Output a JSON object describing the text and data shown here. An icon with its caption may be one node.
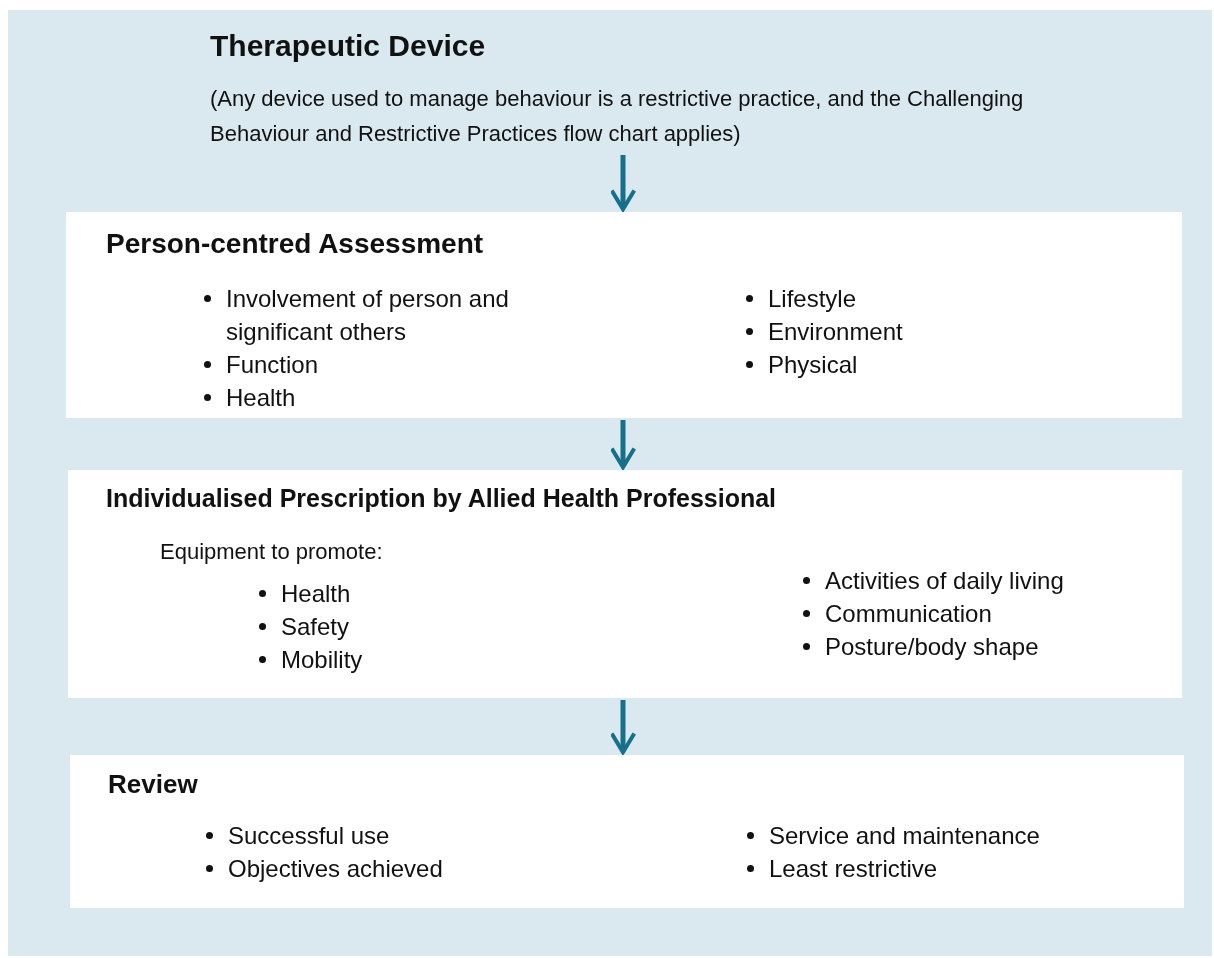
{
  "diagram": {
    "nodes": [
      {
        "text": [
          "Therapeutic Device",
          "(Any device used to manage behaviour is a restrictive practice, and the Challenging Behaviour and Restrictive Practices flow chart applies)"
        ]
      },
      {
        "text": [
          "Person-centred Assessment",
          "Involvement of person and significant others",
          "Function",
          "Health",
          "Lifestyle",
          "Environment",
          "Physical"
        ]
      },
      {
        "text": [
          "Individualised Prescription by Allied Health Professional",
          "Equipment to promote:",
          "Health",
          "Safety",
          "Mobility",
          "Activities of daily living",
          "Communication",
          "Posture/body shape"
        ]
      },
      {
        "text": [
          "Review",
          "Successful use",
          "Objectives achieved",
          "Service and maintenance",
          "Least restrictive"
        ]
      }
    ],
    "edges": [
      {
        "from": 0,
        "to": 1,
        "arrow": "to"
      },
      {
        "from": 1,
        "to": 2,
        "arrow": "to"
      },
      {
        "from": 2,
        "to": 3,
        "arrow": "to"
      }
    ]
  }
}
